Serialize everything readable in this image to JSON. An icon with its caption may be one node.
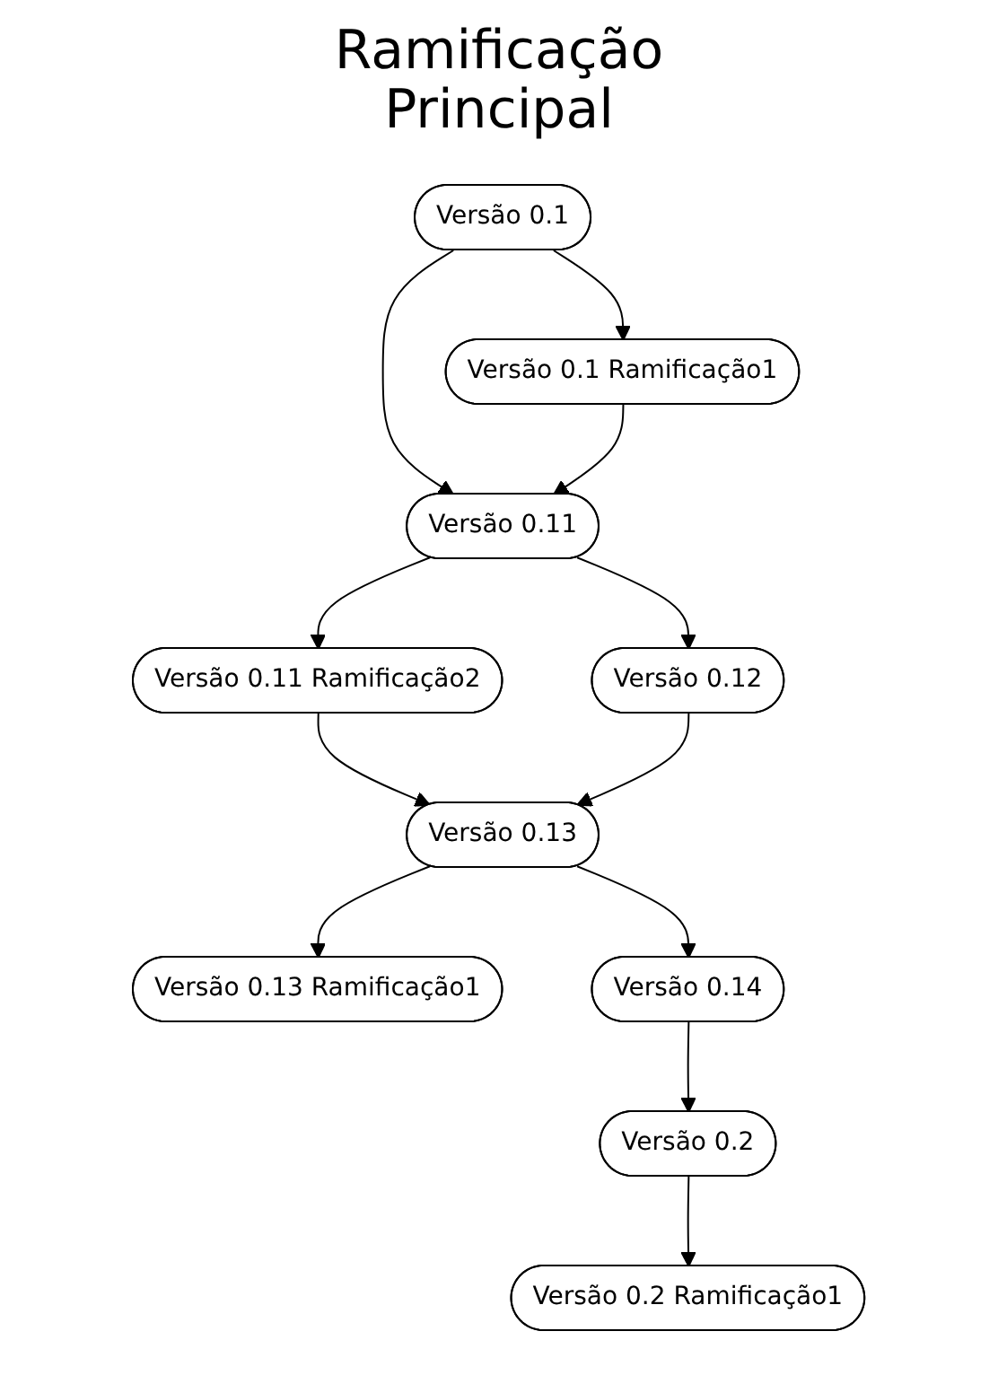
{
  "diagram": {
    "title": "Ramificação Principal",
    "nodes": [
      {
        "text": [
          "Versão 0.1"
        ]
      },
      {
        "text": [
          "Versão 0.1 Ramificação1"
        ]
      },
      {
        "text": [
          "Versão 0.11"
        ]
      },
      {
        "text": [
          "Versão 0.11 Ramificação2"
        ]
      },
      {
        "text": [
          "Versão 0.12"
        ]
      },
      {
        "text": [
          "Versão 0.13"
        ]
      },
      {
        "text": [
          "Versão 0.13 Ramificação1"
        ]
      },
      {
        "text": [
          "Versão 0.14"
        ]
      },
      {
        "text": [
          "Versão 0.2"
        ]
      },
      {
        "text": [
          "Versão 0.2 Ramificação1"
        ]
      }
    ],
    "edges": [
      {
        "from": 0,
        "to": 2,
        "arrow": "to"
      },
      {
        "from": 0,
        "to": 1,
        "arrow": "to"
      },
      {
        "from": 1,
        "to": 2,
        "arrow": "to"
      },
      {
        "from": 2,
        "to": 3,
        "arrow": "to"
      },
      {
        "from": 2,
        "to": 4,
        "arrow": "to"
      },
      {
        "from": 3,
        "to": 5,
        "arrow": "to"
      },
      {
        "from": 4,
        "to": 5,
        "arrow": "to"
      },
      {
        "from": 5,
        "to": 7,
        "arrow": "to"
      },
      {
        "from": 5,
        "to": 6,
        "arrow": "to"
      },
      {
        "from": 7,
        "to": 8,
        "arrow": "to"
      },
      {
        "from": 8,
        "to": 9,
        "arrow": "to"
      }
    ]
  }
}
